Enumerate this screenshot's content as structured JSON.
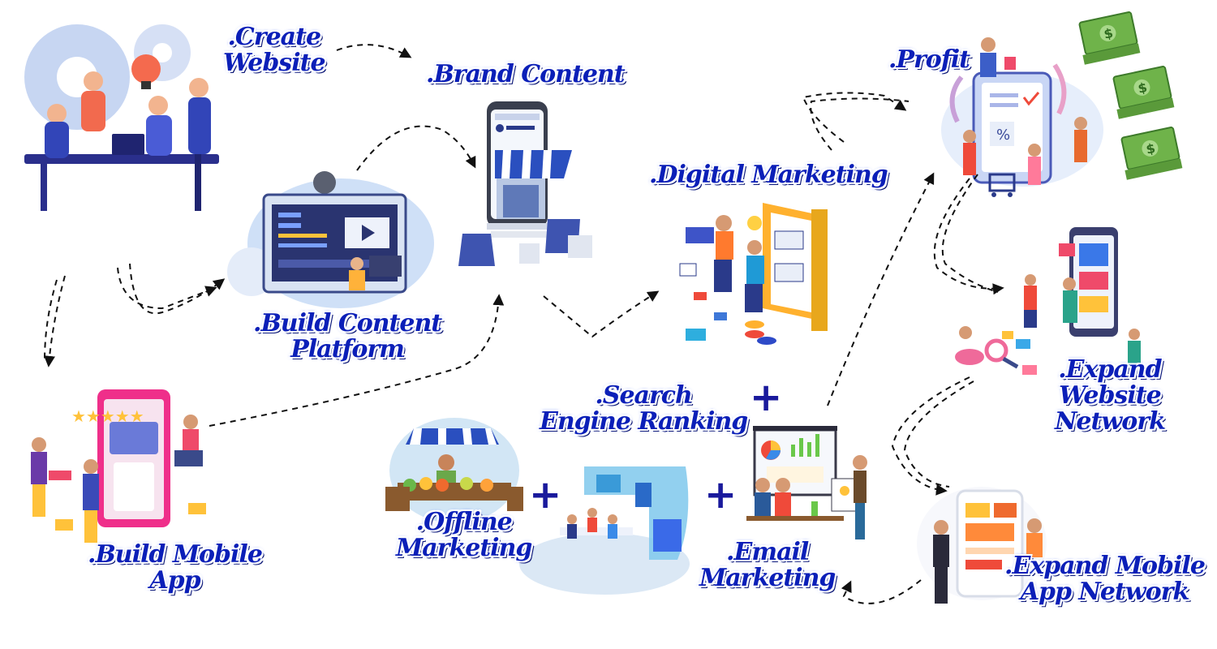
{
  "nodes": {
    "create_website": [
      ".Create",
      "Website"
    ],
    "brand_content": [
      ".Brand Content"
    ],
    "build_content_platform": [
      ".Build Content",
      "Platform"
    ],
    "digital_marketing": [
      ".Digital Marketing"
    ],
    "profit": [
      ".Profit"
    ],
    "expand_website_network": [
      ".Expand",
      "Website",
      "Network"
    ],
    "build_mobile_app": [
      ".Build Mobile",
      "App"
    ],
    "search_engine_ranking": [
      ".Search",
      "Engine Ranking"
    ],
    "offline_marketing": [
      ".Offline",
      "Marketing"
    ],
    "email_marketing": [
      ".Email",
      "Marketing"
    ],
    "expand_mobile_app_network": [
      ".Expand Mobile",
      "App Network"
    ]
  },
  "plus_sign": "+",
  "icons": [
    "team-brainstorm-illustration",
    "content-platform-illustration",
    "online-store-illustration",
    "digital-marketing-illustration",
    "profit-shopping-illustration",
    "money-stack-icon",
    "website-network-illustration",
    "mobile-app-illustration",
    "market-stall-illustration",
    "seo-team-illustration",
    "email-marketing-illustration",
    "mobile-network-illustration"
  ],
  "colors": {
    "label": "#0b1fb8",
    "arrow": "#111111",
    "plus": "#1a1a9c"
  }
}
